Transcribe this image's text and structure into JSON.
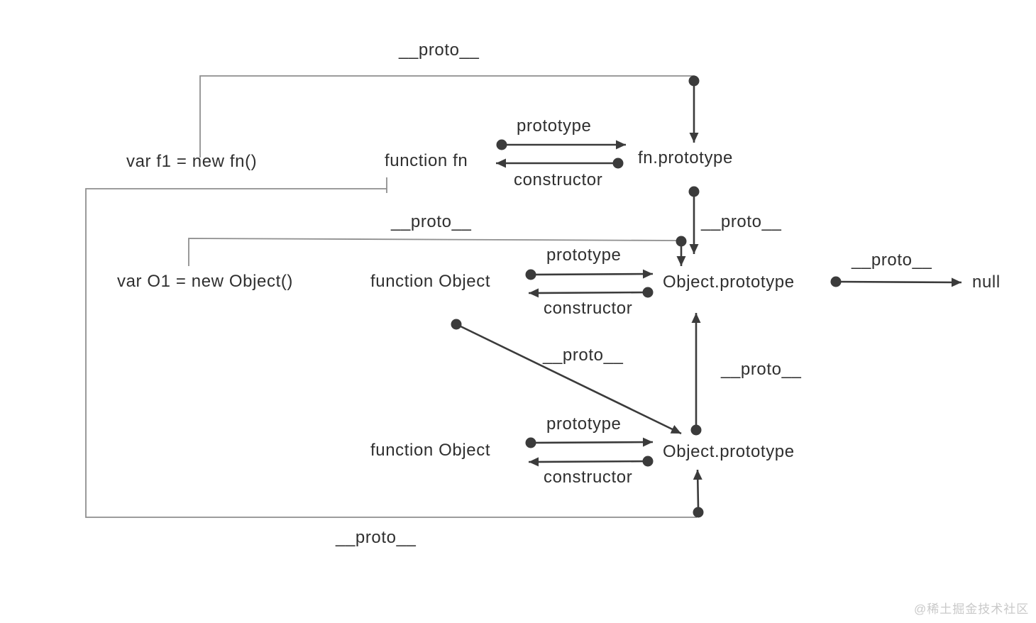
{
  "diagram": {
    "nodes": {
      "var_f1": "var f1 = new fn()",
      "function_fn": "function fn",
      "fn_prototype": "fn.prototype",
      "var_o1": "var O1 = new Object()",
      "function_object_top": "function Object",
      "object_prototype_top": "Object.prototype",
      "null_node": "null",
      "function_object_bottom": "function Object",
      "object_prototype_bottom": "Object.prototype"
    },
    "edge_labels": {
      "proto_top": "__proto__",
      "prototype_fn": "prototype",
      "constructor_fn": "constructor",
      "proto_o1": "__proto__",
      "proto_fnproto_to_objproto": "__proto__",
      "prototype_object_top": "prototype",
      "constructor_object_top": "constructor",
      "proto_to_null": "__proto__",
      "proto_diagonal": "__proto__",
      "proto_vertical": "__proto__",
      "prototype_object_bottom": "prototype",
      "constructor_object_bottom": "constructor",
      "proto_bottom": "__proto__"
    },
    "colors": {
      "line_dark": "#3b3b3b",
      "line_gray": "#8f8f8f",
      "text": "#2f2f2f",
      "watermark": "#c9c9c9",
      "background": "#ffffff"
    }
  },
  "watermark": {
    "text": "@稀土掘金技术社区"
  }
}
